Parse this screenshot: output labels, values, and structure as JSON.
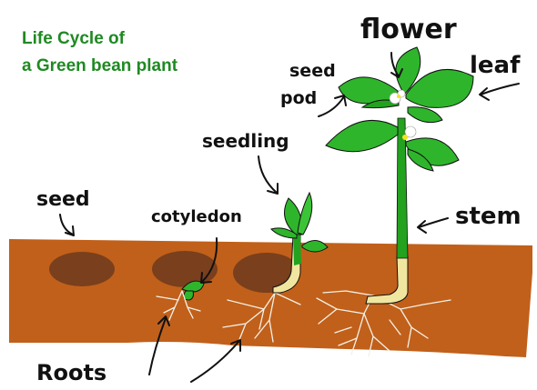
{
  "title": {
    "line1": "Life Cycle of",
    "line2": "a Green bean plant"
  },
  "labels": {
    "seed": "seed",
    "cotyledon": "cotyledon",
    "seedling": "seedling",
    "seed_pod": "seed pod",
    "flower": "flower",
    "leaf": "leaf",
    "stem": "stem",
    "roots": "Roots"
  },
  "colors": {
    "title_green": "#1f8a22",
    "soil": "#c1601a",
    "seed": "#7a3f1c",
    "leaf_green": "#2fb52c",
    "stem_green": "#22a21f",
    "stem_base": "#f1e6a0",
    "root": "#f4f1e8",
    "ink": "#111111"
  }
}
